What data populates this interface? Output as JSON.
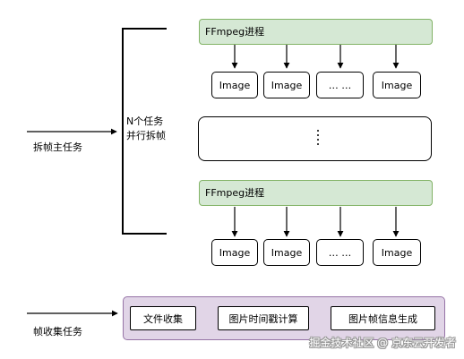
{
  "diagram": {
    "split_main_task_label": "拆帧主任务",
    "n_tasks_line1": "N个任务",
    "n_tasks_line2": "并行拆帧",
    "collect_task_label": "帧收集任务",
    "process_top_label": "FFmpeg进程",
    "process_bottom_label": "FFmpeg进程",
    "row1_boxes": [
      "Image",
      "Image",
      "… …",
      "Image"
    ],
    "row2_boxes": [
      "Image",
      "Image",
      "… …",
      "Image"
    ],
    "pipeline_steps": [
      "文件收集",
      "图片时间戳计算",
      "图片帧信息生成"
    ]
  },
  "watermark": "掘金技术社区 @ 京东云开发者",
  "colors": {
    "process_fill": "#d5e8d4",
    "process_border": "#82b366",
    "collect_fill": "#e1d5e7",
    "collect_border": "#9673a6"
  }
}
